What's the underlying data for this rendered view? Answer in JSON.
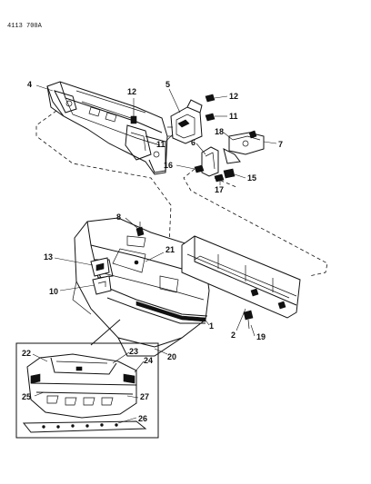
{
  "drawing_number": "4113 700A",
  "callouts": [
    {
      "id": "c4",
      "label": "4"
    },
    {
      "id": "c12a",
      "label": "12"
    },
    {
      "id": "c5",
      "label": "5"
    },
    {
      "id": "c12b",
      "label": "12"
    },
    {
      "id": "c11a",
      "label": "11"
    },
    {
      "id": "c11b",
      "label": "11"
    },
    {
      "id": "c6",
      "label": "6"
    },
    {
      "id": "c18",
      "label": "18"
    },
    {
      "id": "c7",
      "label": "7"
    },
    {
      "id": "c16",
      "label": "16"
    },
    {
      "id": "c15",
      "label": "15"
    },
    {
      "id": "c17",
      "label": "17"
    },
    {
      "id": "c8",
      "label": "8"
    },
    {
      "id": "c21",
      "label": "21"
    },
    {
      "id": "c13",
      "label": "13"
    },
    {
      "id": "c10",
      "label": "10"
    },
    {
      "id": "c1",
      "label": "1"
    },
    {
      "id": "c2",
      "label": "2"
    },
    {
      "id": "c19",
      "label": "19"
    },
    {
      "id": "c20",
      "label": "20"
    },
    {
      "id": "c22",
      "label": "22"
    },
    {
      "id": "c23",
      "label": "23"
    },
    {
      "id": "c24",
      "label": "24"
    },
    {
      "id": "c25",
      "label": "25"
    },
    {
      "id": "c27",
      "label": "27"
    },
    {
      "id": "c26",
      "label": "26"
    }
  ]
}
